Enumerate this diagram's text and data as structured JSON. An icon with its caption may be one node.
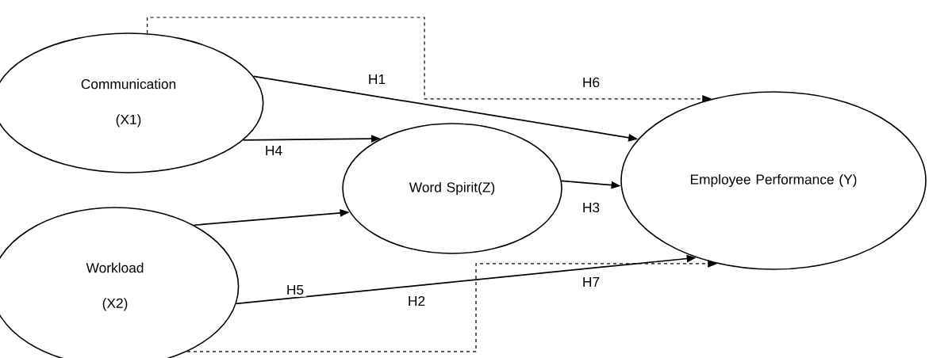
{
  "diagram": {
    "nodes": [
      {
        "text": [
          "Communication",
          "(X1)"
        ]
      },
      {
        "text": [
          "Word Spirit(Z)"
        ]
      },
      {
        "text": [
          "Employee Performance (Y)"
        ]
      },
      {
        "text": [
          "Workload",
          "(X2)"
        ]
      }
    ],
    "edges": [
      {
        "from": 0,
        "to": 2,
        "arrow": "to",
        "label": "H1"
      },
      {
        "from": 0,
        "to": 1,
        "arrow": "to",
        "label": "H4"
      },
      {
        "from": 3,
        "to": 1,
        "arrow": "to"
      },
      {
        "from": 1,
        "to": 2,
        "arrow": "to",
        "label": "H3"
      },
      {
        "from": 3,
        "to": 2,
        "arrow": "to",
        "label": "H5"
      },
      {
        "from": 0,
        "to": 2,
        "arrow": "to",
        "label": "H6",
        "style": "dashed"
      },
      {
        "from": 3,
        "to": 2,
        "arrow": "to",
        "label": "H7",
        "style": "dashed"
      }
    ],
    "labels": [
      "H2"
    ]
  }
}
